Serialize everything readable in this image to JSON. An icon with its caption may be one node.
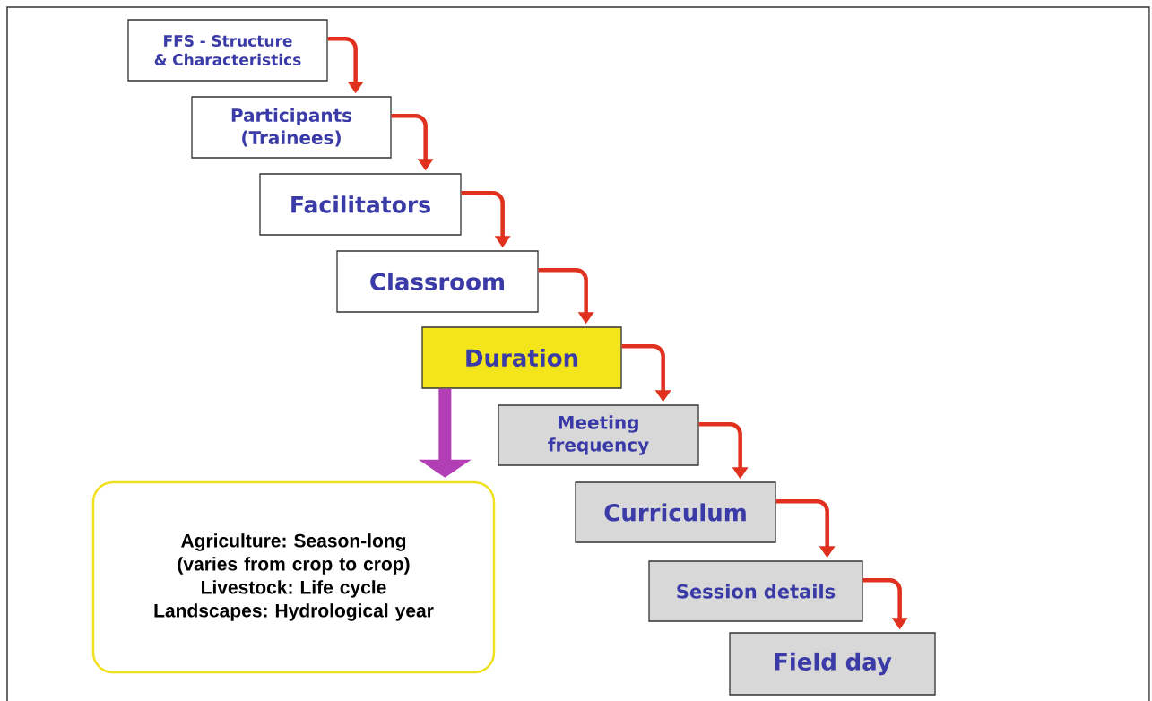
{
  "diagram": {
    "nodes": [
      {
        "text": [
          "FFS - Structure & Characteristics"
        ]
      },
      {
        "text": [
          "Participants (Trainees)"
        ]
      },
      {
        "text": [
          "Facilitators"
        ]
      },
      {
        "text": [
          "Classroom"
        ]
      },
      {
        "text": [
          "Duration"
        ]
      },
      {
        "text": [
          "Meeting frequency"
        ]
      },
      {
        "text": [
          "Curriculum"
        ]
      },
      {
        "text": [
          "Session details"
        ]
      },
      {
        "text": [
          "Field day"
        ]
      },
      {
        "text": [
          "Agriculture: Season-long (varies from crop to crop)",
          "Livestock: Life cycle",
          "Landscapes: Hydrological year"
        ]
      }
    ],
    "edges": [
      {
        "from": 0,
        "to": 1,
        "arrow": "to"
      },
      {
        "from": 1,
        "to": 2,
        "arrow": "to"
      },
      {
        "from": 2,
        "to": 3,
        "arrow": "to"
      },
      {
        "from": 3,
        "to": 4,
        "arrow": "to"
      },
      {
        "from": 4,
        "to": 5,
        "arrow": "to"
      },
      {
        "from": 5,
        "to": 6,
        "arrow": "to"
      },
      {
        "from": 6,
        "to": 7,
        "arrow": "to"
      },
      {
        "from": 7,
        "to": 8,
        "arrow": "to"
      },
      {
        "from": 4,
        "to": 9,
        "arrow": "to",
        "style": "thick",
        "color": "#b23fb5"
      }
    ]
  }
}
